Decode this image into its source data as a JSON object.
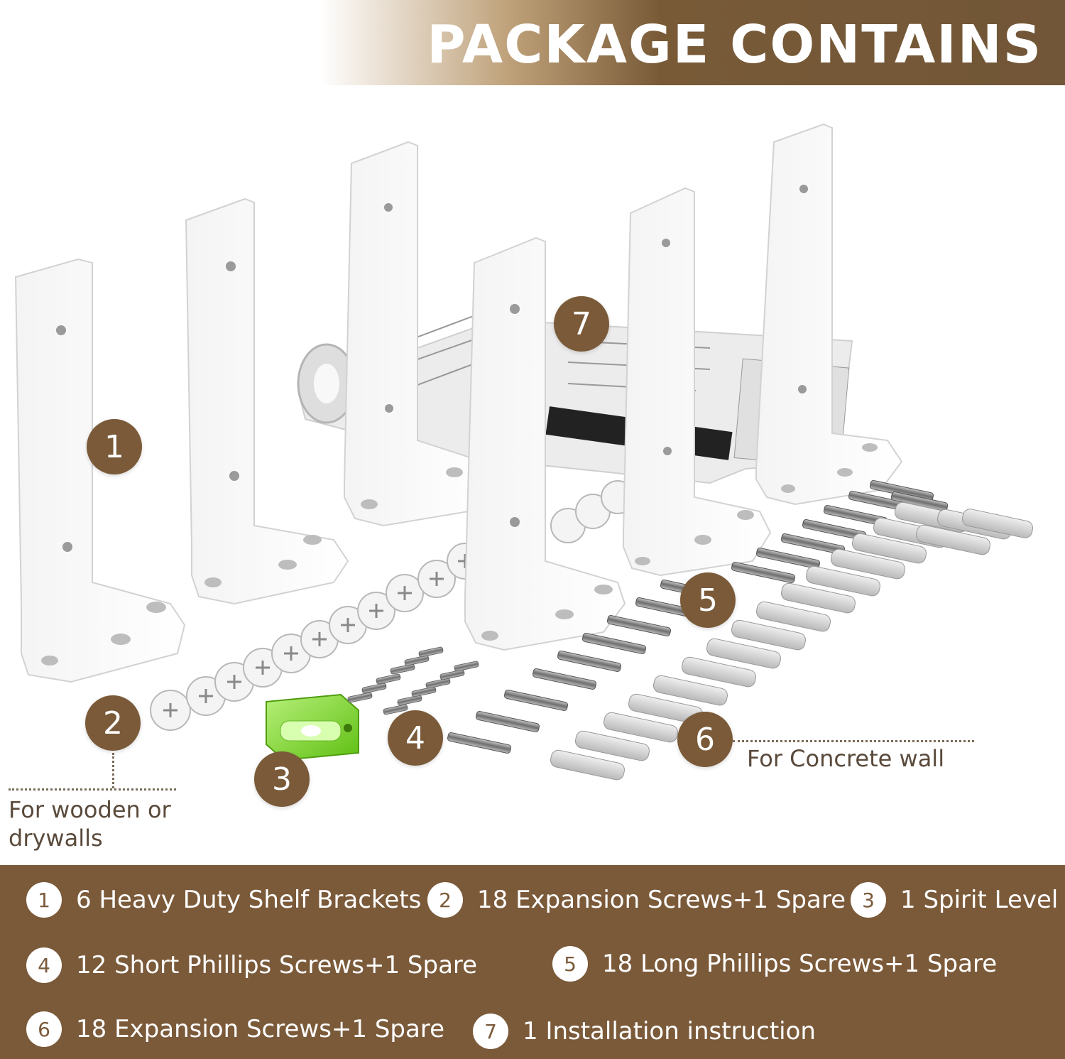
{
  "header": {
    "title": "PACKAGE CONTAINS"
  },
  "badges": [
    "1",
    "2",
    "3",
    "4",
    "5",
    "6",
    "7"
  ],
  "captions": {
    "wood": "For wooden or drywalls",
    "concrete": "For Concrete wall"
  },
  "items": [
    {
      "num": "1",
      "label": "6 Heavy Duty Shelf Brackets"
    },
    {
      "num": "2",
      "label": "18 Expansion Screws+1 Spare"
    },
    {
      "num": "3",
      "label": "1 Spirit Level"
    },
    {
      "num": "4",
      "label": "12 Short Phillips Screws+1 Spare"
    },
    {
      "num": "5",
      "label": "18 Long Phillips Screws+1 Spare"
    },
    {
      "num": "6",
      "label": "18 Expansion Screws+1 Spare"
    },
    {
      "num": "7",
      "label": "1 Installation instruction"
    }
  ],
  "colors": {
    "brown": "#7b5a3a",
    "white": "#ffffff",
    "level_green": "#7ed321"
  },
  "icons": [
    "shelf-bracket",
    "expansion-anchor",
    "spirit-level",
    "short-screw",
    "long-screw",
    "wall-plug",
    "instruction-sheet"
  ]
}
